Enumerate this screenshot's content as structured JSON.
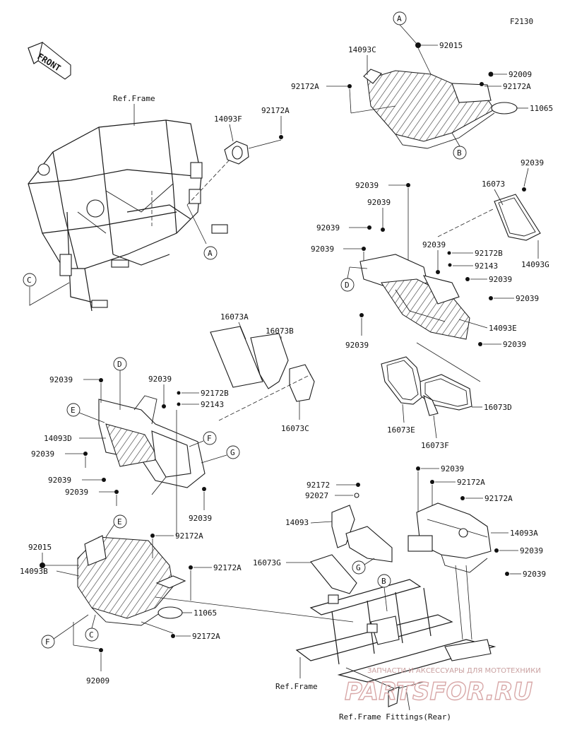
{
  "figure_id": "F2130",
  "front_label": "FRONT",
  "ref_labels": {
    "frame_top": "Ref.Frame",
    "frame_bottom": "Ref.Frame",
    "frame_fittings": "Ref.Frame Fittings(Rear)"
  },
  "parts": {
    "p92015_top": "92015",
    "p14093C": "14093C",
    "p92009_top": "92009",
    "p92172A_t1": "92172A",
    "p92172A_t2": "92172A",
    "p11065_top": "11065",
    "p14093F": "14093F",
    "p92172A_f": "92172A",
    "p92039_a": "92039",
    "p92039_b": "92039",
    "p92039_c": "92039",
    "p92039_d": "92039",
    "p92039_e": "92039",
    "p92039_f": "92039",
    "p92039_g": "92039",
    "p92039_h": "92039",
    "p92039_i": "92039",
    "p16073": "16073",
    "p14093G": "14093G",
    "p92172B_r": "92172B",
    "p92143_r": "92143",
    "p14093E": "14093E",
    "p16073A": "16073A",
    "p16073B": "16073B",
    "p16073C": "16073C",
    "p16073D": "16073D",
    "p16073E": "16073E",
    "p16073F": "16073F",
    "p92039_m1": "92039",
    "p92039_m2": "92039",
    "p92172B_m": "92172B",
    "p92143_m": "92143",
    "p14093D": "14093D",
    "p92039_m3": "92039",
    "p92039_m4": "92039",
    "p92039_m5": "92039",
    "p92039_m6": "92039",
    "p92172": "92172",
    "p92027": "92027",
    "p14093": "14093",
    "p16073G": "16073G",
    "p92039_n1": "92039",
    "p92172A_n1": "92172A",
    "p92172A_n2": "92172A",
    "p14093A": "14093A",
    "p92039_n2": "92039",
    "p92039_n3": "92039",
    "p92015_b": "92015",
    "p14093B": "14093B",
    "p92172A_b1": "92172A",
    "p92172A_b2": "92172A",
    "p11065_b": "11065",
    "p92172A_b3": "92172A",
    "p92009_b": "92009"
  },
  "callouts": {
    "A1": "A",
    "A2": "A",
    "B1": "B",
    "B2": "B",
    "C1": "C",
    "C2": "C",
    "D1": "D",
    "D2": "D",
    "E1": "E",
    "E2": "E",
    "F1": "F",
    "F2": "F",
    "G1": "G",
    "G2": "G"
  },
  "watermark": {
    "line1": "ЗАПЧАСТИ И АКСЕССУАРЫ ДЛЯ МОТОТЕХНИКИ",
    "line2": "PARTSFOR.RU"
  }
}
